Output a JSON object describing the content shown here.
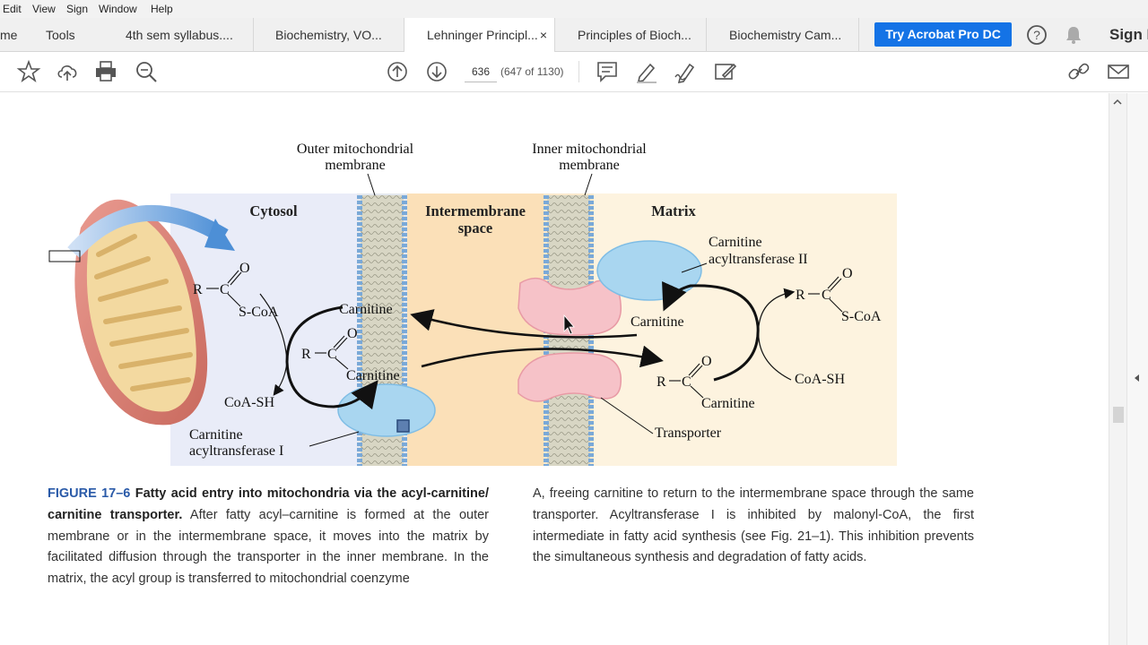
{
  "menu": [
    "Edit",
    "View",
    "Sign",
    "Window",
    "Help"
  ],
  "tabs": {
    "home": "me",
    "tools": "Tools",
    "docs": [
      "4th sem syllabus....",
      "Biochemistry,  VO...",
      "Lehninger Principl...",
      "Principles of Bioch...",
      "Biochemistry Cam..."
    ],
    "close": "×"
  },
  "acrobat_button": "Try Acrobat Pro DC",
  "sign_in": "Sign I",
  "page": {
    "current": "636",
    "count": "(647 of 1130)"
  },
  "figure": {
    "outer_membrane": [
      "Outer mitochondrial",
      "membrane"
    ],
    "inner_membrane": [
      "Inner mitochondrial",
      "membrane"
    ],
    "cytosol": "Cytosol",
    "intermembrane": [
      "Intermembrane",
      "space"
    ],
    "matrix": "Matrix",
    "carnitine": "Carnitine",
    "cat2": [
      "Carnitine",
      "acyltransferase II"
    ],
    "cat1": [
      "Carnitine",
      "acyltransferase I"
    ],
    "scoa": "S-CoA",
    "coash": "CoA-SH",
    "transporter": "Transporter",
    "r": "R",
    "c": "C",
    "o": "O"
  },
  "caption": {
    "label": "FIGURE 17–6",
    "bold": "Fatty acid entry into mitochondria via the acyl-carnitine/ carnitine transporter.",
    "left": " After fatty acyl–carnitine is formed at the outer membrane or in the intermembrane space, it moves into the matrix by facilitated diffusion through the transporter in the inner membrane. In the matrix, the acyl group is transferred to mitochondrial coenzyme",
    "right": "A, freeing carnitine to return to the intermembrane space through the same transporter. Acyltransferase I is inhibited by malonyl-CoA, the first intermediate in fatty acid synthesis (see Fig. 21–1). This inhibition prevents the simultaneous synthesis and degradation of fatty acids."
  },
  "colors": {
    "accent": "#1473e6",
    "figure_label": "#2a5aa8",
    "cytosol": "#e9ecf8",
    "intermembrane": "#fbe0b8",
    "matrix": "#fdf3df"
  }
}
